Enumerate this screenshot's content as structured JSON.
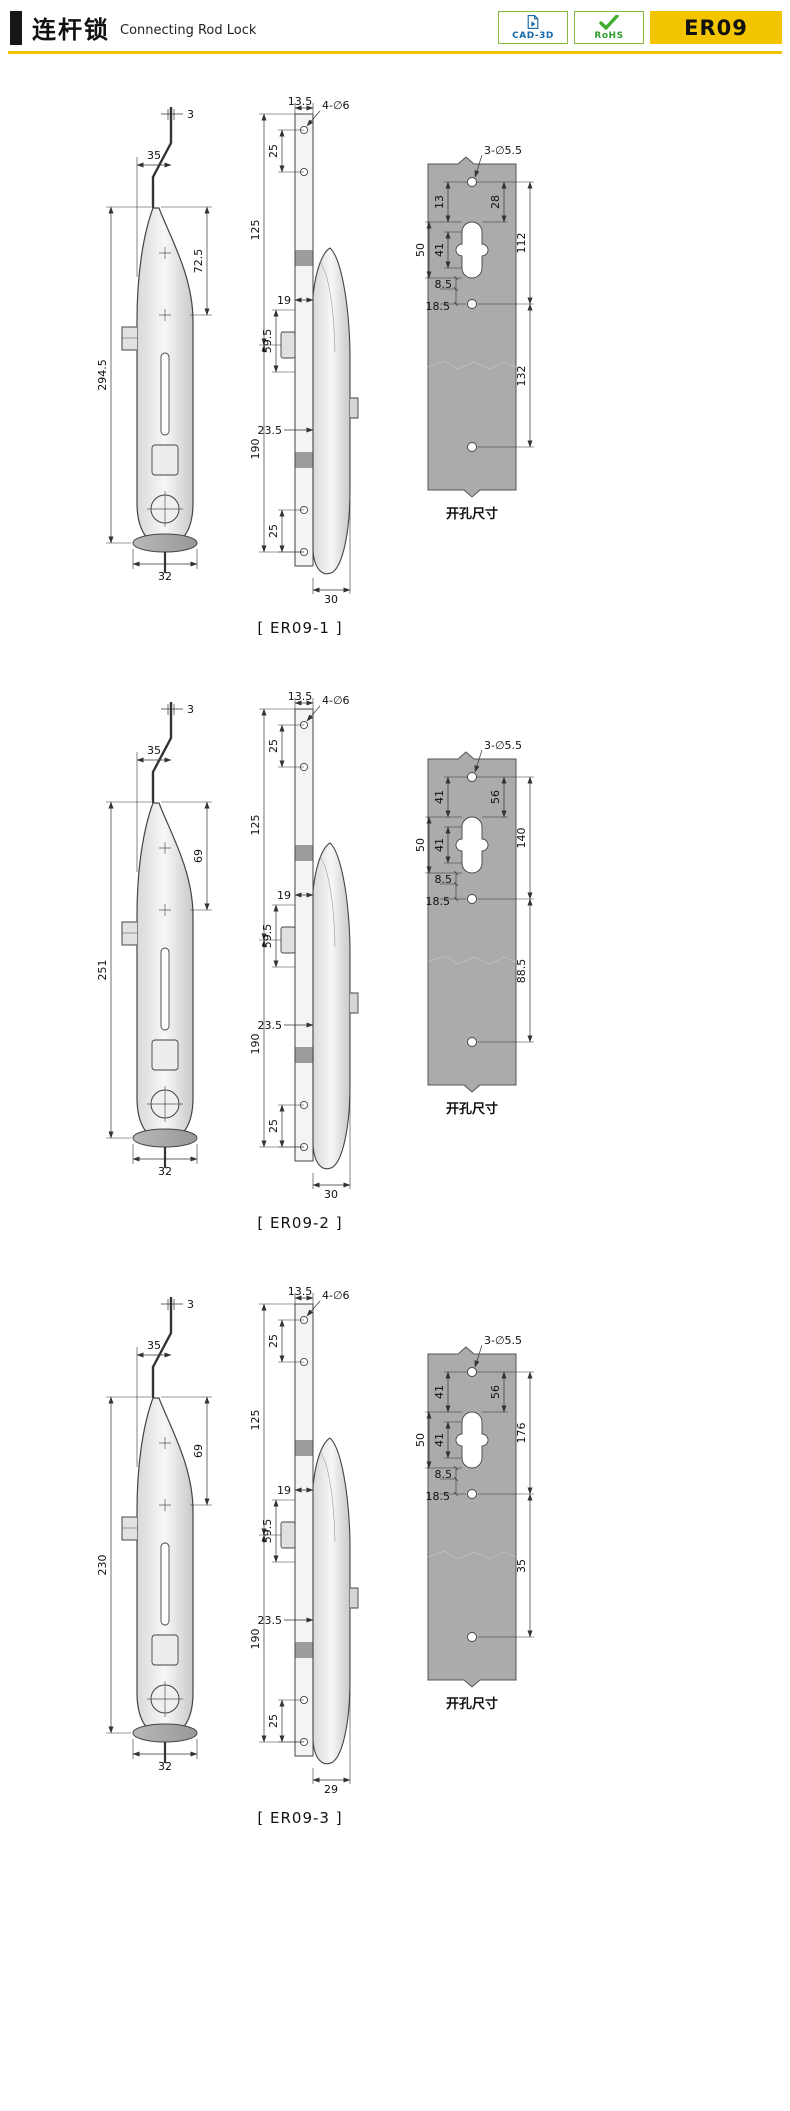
{
  "header": {
    "title_cn": "连杆锁",
    "title_en": "Connecting Rod Lock",
    "cad_badge": "CAD-3D",
    "rohs_badge": "RoHS",
    "model": "ER09",
    "accent_color": "#F2C500",
    "badge_border_color": "#86b940"
  },
  "sections": [
    {
      "caption": "[ ER09-1 ]",
      "left_view": {
        "rod_offset": "3",
        "top_width": "35",
        "upper_height": "72.5",
        "total_height": "294.5",
        "bottom_width": "32"
      },
      "front_view": {
        "bar_width": "13.5",
        "holes_label": "4-∅6",
        "top_hole_pitch": "25",
        "upper_span": "125",
        "body_offset": "19",
        "cylinder_span": "59.5",
        "latch_offset": "23.5",
        "lower_span": "190",
        "bottom_hole_pitch": "25",
        "body_width": "30"
      },
      "cutout_view": {
        "holes_label": "3-∅5.5",
        "top_left": "13",
        "top_right": "28",
        "slot_height": "50",
        "slot_inner": "41",
        "upper_span": "112",
        "below_slot": "8.5",
        "hole_offset": "18.5",
        "lower_span": "132",
        "label": "开孔尺寸"
      }
    },
    {
      "caption": "[ ER09-2 ]",
      "left_view": {
        "rod_offset": "3",
        "top_width": "35",
        "upper_height": "69",
        "total_height": "251",
        "bottom_width": "32"
      },
      "front_view": {
        "bar_width": "13.5",
        "holes_label": "4-∅6",
        "top_hole_pitch": "25",
        "upper_span": "125",
        "body_offset": "19",
        "cylinder_span": "59.5",
        "latch_offset": "23.5",
        "lower_span": "190",
        "bottom_hole_pitch": "25",
        "body_width": "30"
      },
      "cutout_view": {
        "holes_label": "3-∅5.5",
        "top_left": "41",
        "top_right": "56",
        "slot_height": "50",
        "slot_inner": "41",
        "upper_span": "140",
        "below_slot": "8.5",
        "hole_offset": "18.5",
        "lower_span": "88.5",
        "label": "开孔尺寸"
      }
    },
    {
      "caption": "[ ER09-3 ]",
      "left_view": {
        "rod_offset": "3",
        "top_width": "35",
        "upper_height": "69",
        "total_height": "230",
        "bottom_width": "32"
      },
      "front_view": {
        "bar_width": "13.5",
        "holes_label": "4-∅6",
        "top_hole_pitch": "25",
        "upper_span": "125",
        "body_offset": "19",
        "cylinder_span": "59.5",
        "latch_offset": "23.5",
        "lower_span": "190",
        "bottom_hole_pitch": "25",
        "body_width": "29"
      },
      "cutout_view": {
        "holes_label": "3-∅5.5",
        "top_left": "41",
        "top_right": "56",
        "slot_height": "50",
        "slot_inner": "41",
        "upper_span": "176",
        "below_slot": "8.5",
        "hole_offset": "18.5",
        "lower_span": "35",
        "label": "开孔尺寸"
      }
    }
  ]
}
